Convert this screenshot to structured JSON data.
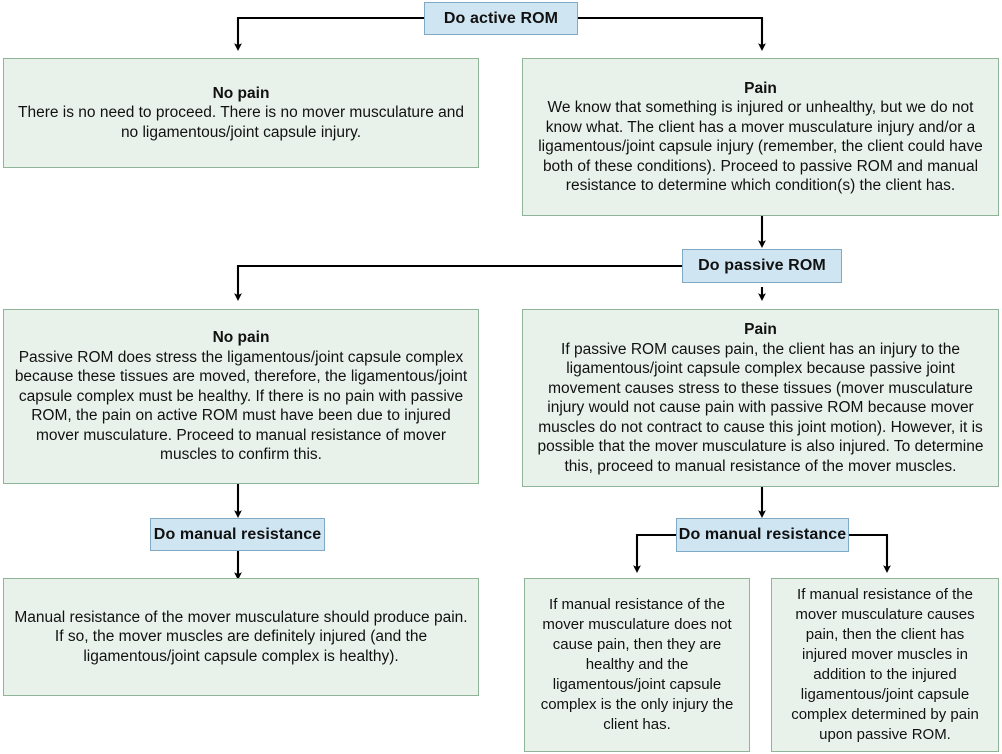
{
  "diagram": {
    "title": "Assessment flowchart: active ROM, passive ROM, manual resistance",
    "colors": {
      "decision_fill": "#cfe5f2",
      "decision_border": "#7fa9c4",
      "outcome_fill": "#e9f2ea",
      "outcome_border": "#8fb498",
      "connector": "#000000",
      "text": "#111111"
    }
  },
  "decisions": {
    "active_rom": "Do active ROM",
    "passive_rom": "Do passive ROM",
    "manual_resistance_left": "Do manual resistance",
    "manual_resistance_right": "Do manual resistance"
  },
  "outcomes": {
    "active_no_pain": {
      "title": "No pain",
      "body": "There is no need to proceed. There is no mover musculature and no ligamentous/joint capsule injury."
    },
    "active_pain": {
      "title": "Pain",
      "body": "We know that something is injured or unhealthy, but we do not know what. The client has a mover musculature injury and/or a ligamentous/joint capsule injury (remember, the client could have both of these conditions). Proceed to passive ROM and manual resistance to determine which condition(s) the client has."
    },
    "passive_no_pain": {
      "title": "No pain",
      "body": "Passive ROM does stress the ligamentous/joint capsule complex because these tissues are moved, therefore, the ligamentous/joint capsule complex must be healthy. If there is no pain with passive ROM, the pain on active ROM must have been due to injured mover musculature. Proceed to manual resistance of mover muscles to confirm this."
    },
    "passive_pain": {
      "title": "Pain",
      "body": "If passive ROM causes pain, the client has an injury to the ligamentous/joint capsule complex because passive joint movement causes stress to these tissues (mover musculature injury would not cause pain with passive ROM because mover muscles do not contract to cause this joint motion). However, it is possible that the mover musculature is also injured. To determine this, proceed to manual resistance of the mover muscles."
    },
    "manual_left_result": {
      "title": "",
      "body": "Manual resistance of the mover musculature should produce pain. If so, the mover muscles are definitely injured (and the ligamentous/joint capsule complex is healthy)."
    },
    "manual_right_no_pain": {
      "title": "",
      "body": "If manual resistance of the mover musculature does not cause pain, then they are healthy and the ligamentous/joint capsule complex is the only injury the client has."
    },
    "manual_right_pain": {
      "title": "",
      "body": "If manual resistance of the mover musculature causes pain, then the client has injured mover muscles in addition to the injured ligamentous/joint capsule complex determined by pain upon passive ROM."
    }
  }
}
